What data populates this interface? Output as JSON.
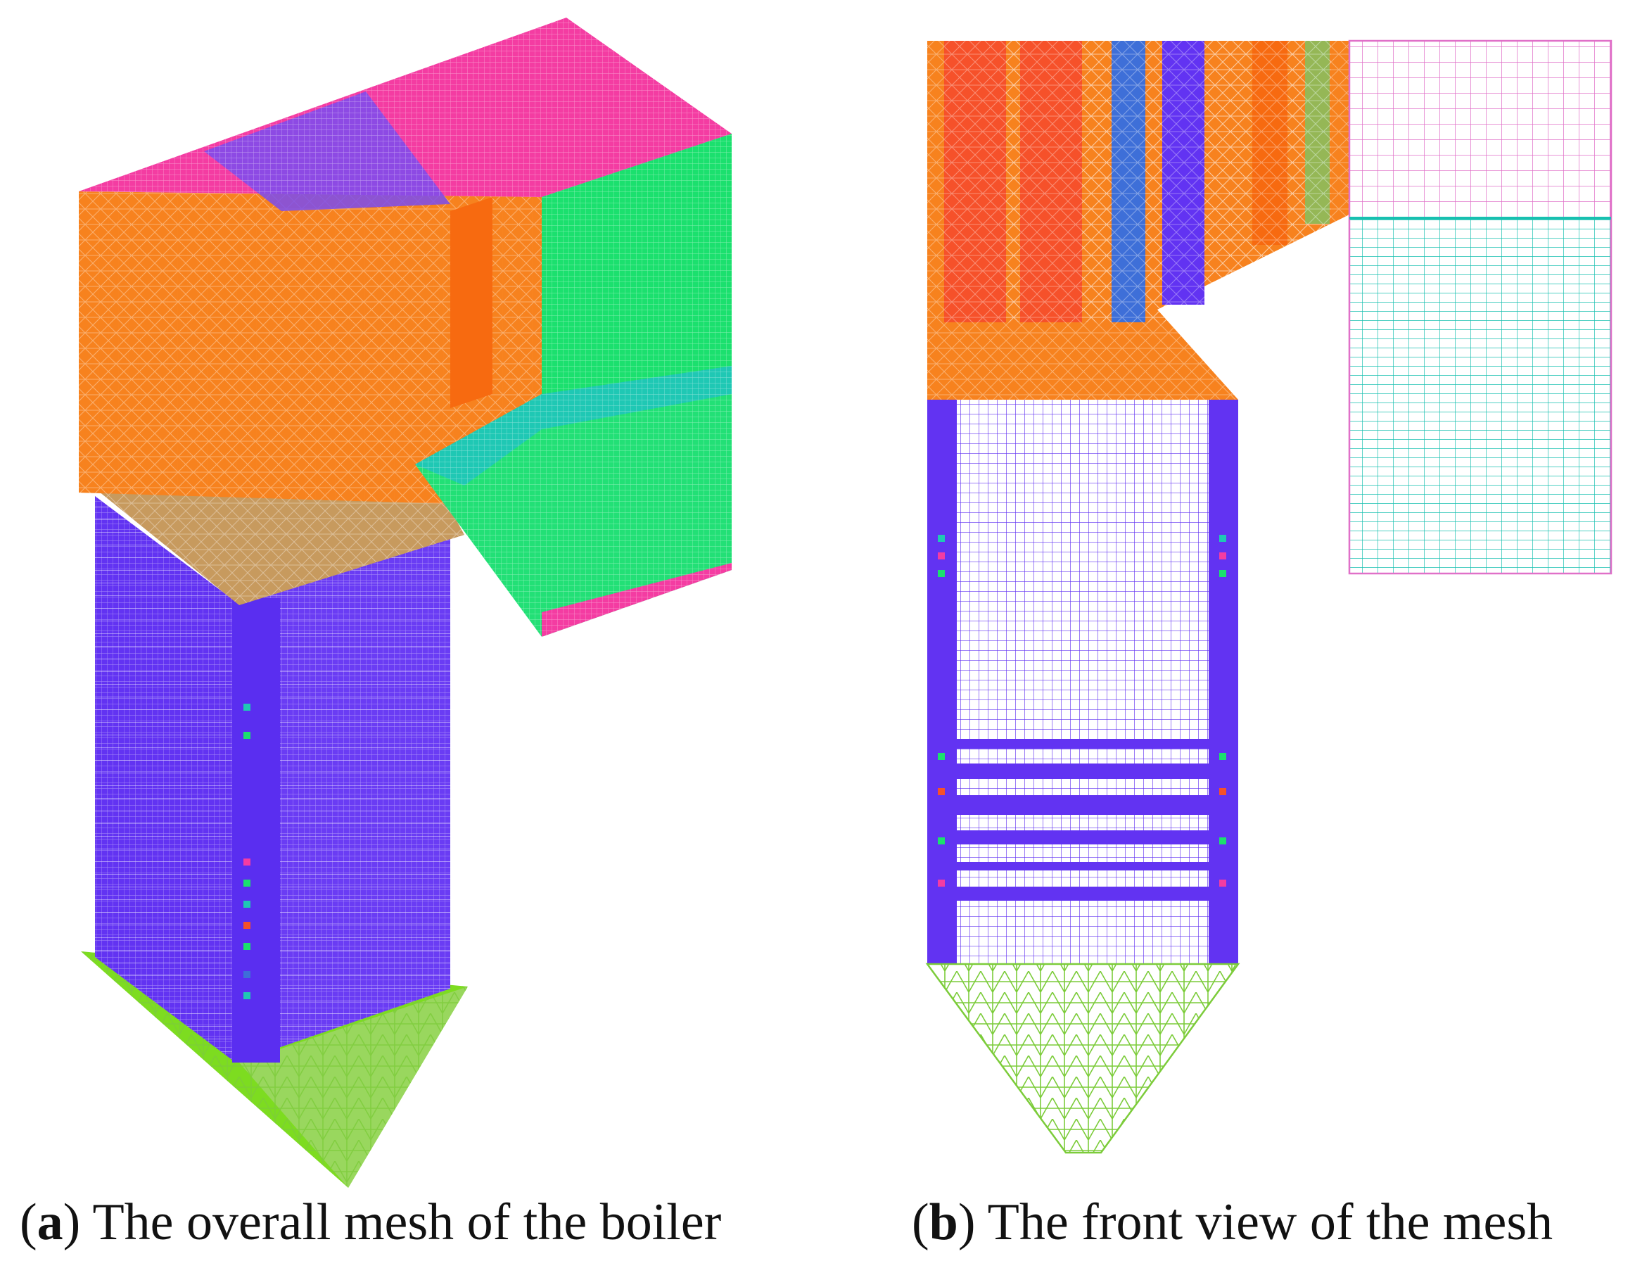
{
  "colors": {
    "orange": "#f7821e",
    "red_orange": "#f6512a",
    "magenta": "#f43ca2",
    "purple": "#6233f2",
    "blue": "#3e6fd8",
    "green": "#1be06e",
    "teal": "#1fc8b4",
    "lime": "#7ddc20",
    "light_green": "#9ed66a",
    "pink_line": "#e070c8",
    "teal_line": "#18c0b0"
  },
  "captions": {
    "a": {
      "letter": "a",
      "text": "The overall mesh of the boiler"
    },
    "b": {
      "letter": "b",
      "text": "The front view of the mesh"
    }
  }
}
